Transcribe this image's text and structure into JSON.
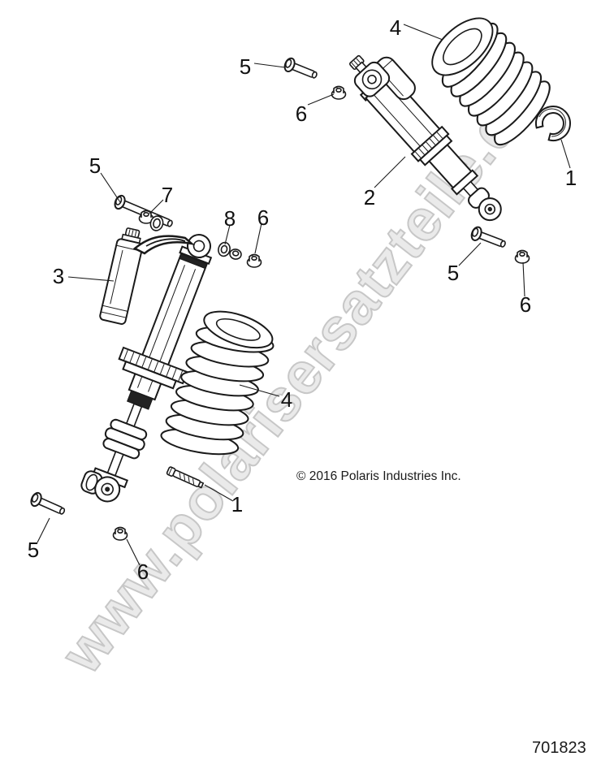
{
  "watermark": {
    "text": "www.polarisersatzteile.de"
  },
  "colors": {
    "background": "#ffffff",
    "line_art": "#1a1a1a",
    "watermark_fill": "#eaeaea",
    "watermark_outline": "#c7c7c7"
  },
  "callouts": {
    "spring_top": "4",
    "retaining_ring": "1",
    "shock_assembly": "2",
    "bolt_top": "5",
    "nut_top": "6",
    "reservoir_shock": "3",
    "bolt_left": "5",
    "nut_washer_left": "7",
    "washer_mid": "8",
    "nut_mid": "6",
    "spring_mid": "4",
    "rod": "1",
    "bolt_right": "5",
    "nut_right": "6",
    "bolt_bottom": "5",
    "nut_bottom": "6"
  },
  "footer": {
    "copyright": "© 2016 Polaris Industries Inc.",
    "diagram_number": "701823"
  }
}
